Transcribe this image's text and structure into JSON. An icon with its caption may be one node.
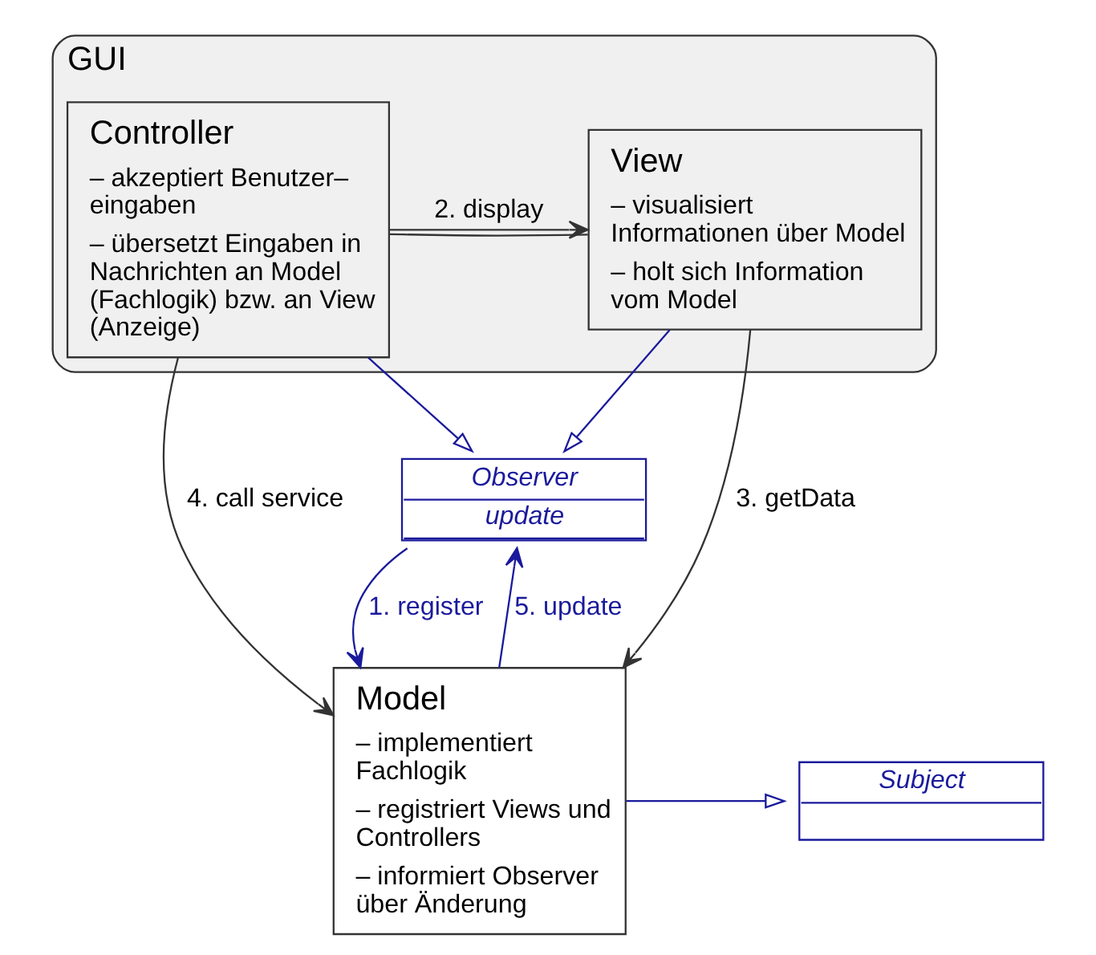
{
  "diagram": {
    "nodes": [
      {
        "text": [
          "Observer",
          "update"
        ]
      },
      {
        "text": [
          "GUI"
        ]
      },
      {
        "text": [
          "Controller",
          "– akzeptiert Benutzer– eingaben",
          "– übersetzt Eingaben in Nachrichten an Model (Fachlogik) bzw. an View (Anzeige)"
        ],
        "in": 1
      },
      {
        "text": [
          "View",
          "– visualisiert Informationen über Model",
          "– holt sich Information vom Model"
        ],
        "in": 1
      },
      {
        "text": [
          "Model",
          "– implementiert Fachlogik",
          "– registriert Views und Controllers",
          "– informiert Observer über Änderung"
        ]
      },
      {
        "text": [
          "Subject"
        ]
      }
    ],
    "edges": [
      {
        "from": 2,
        "to": 0,
        "arrow": "to"
      },
      {
        "from": 3,
        "to": 0,
        "arrow": "to"
      },
      {
        "from": 2,
        "to": 3,
        "arrow": "none",
        "color": "#333333"
      },
      {
        "from": 2,
        "to": 3,
        "arrow": "to",
        "label": "2. display",
        "color": "#333333"
      },
      {
        "from": 2,
        "to": 4,
        "arrow": "to",
        "label": "4. call service",
        "color": "#333333"
      },
      {
        "from": 3,
        "to": 4,
        "arrow": "to",
        "label": "3. getData",
        "color": "#333333"
      },
      {
        "from": 4,
        "to": 5,
        "arrow": "to"
      },
      {
        "from": 0,
        "to": 4,
        "arrow": "to",
        "label": "1. register"
      },
      {
        "from": 4,
        "to": 0,
        "arrow": "to",
        "label": "5. update"
      }
    ]
  }
}
